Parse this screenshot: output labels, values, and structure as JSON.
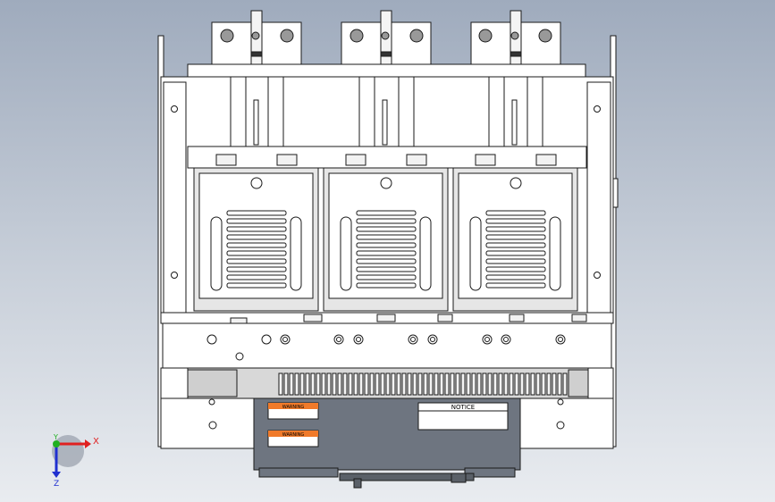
{
  "viewport": {
    "background_top": "#9fabbd",
    "background_bottom": "#e9ecf0",
    "line_color": "#1a1a1a",
    "body_fill": "#ffffff",
    "module_fill": "#e6e6e6",
    "panel_fill": "#6e7580",
    "warning_color": "#f07a2a"
  },
  "labels": {
    "warning_1": "WARNING",
    "warning_2": "WARNING",
    "notice": "NOTICE"
  },
  "triad": {
    "x_label": "X",
    "y_label": "Y",
    "z_label": "Z",
    "x_color": "#e02020",
    "y_color": "#20b020",
    "z_color": "#2030d0"
  }
}
